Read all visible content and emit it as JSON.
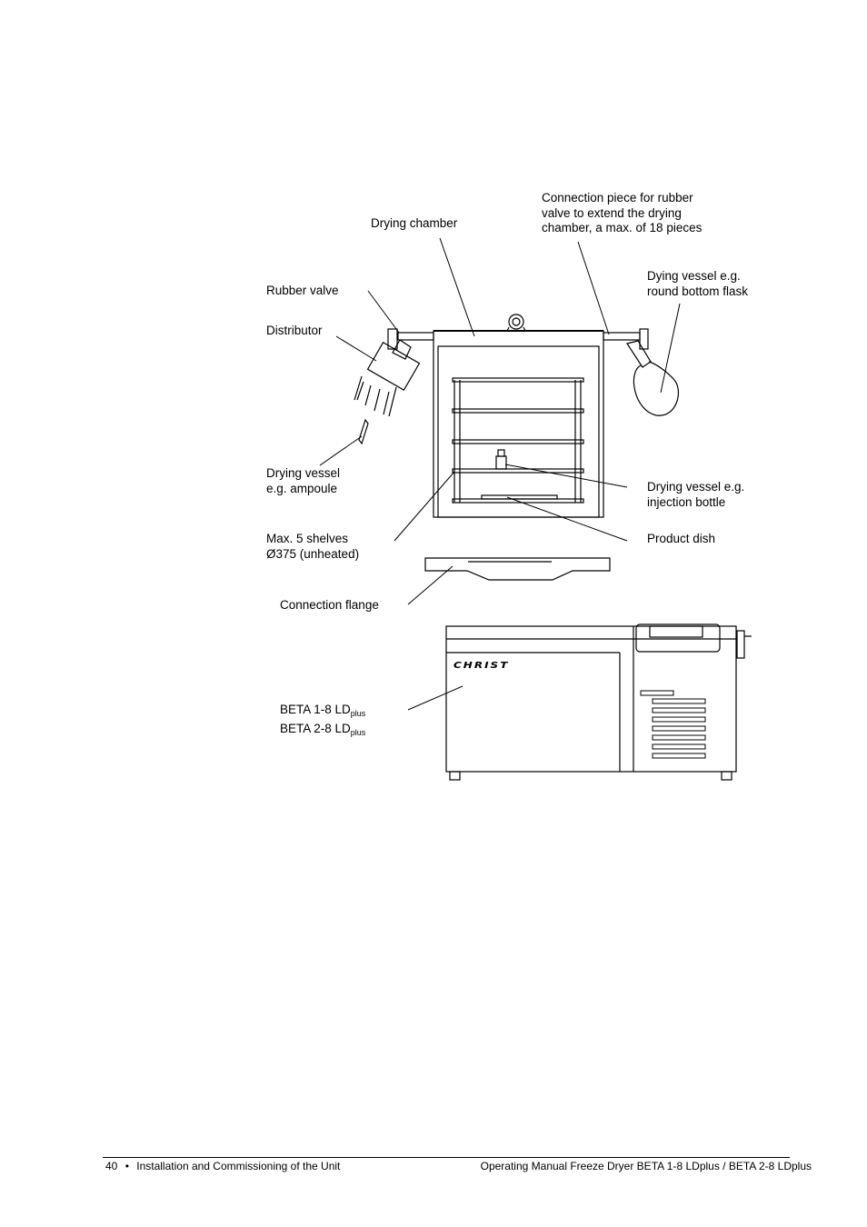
{
  "labels": {
    "drying_chamber": "Drying chamber",
    "connection_piece": [
      "Connection piece for rubber",
      "valve to extend the drying",
      "chamber, a max. of  18 pieces"
    ],
    "rubber_valve": "Rubber valve",
    "distributor": "Distributor",
    "dying_vessel_flask": [
      "Dying vessel e.g.",
      "round bottom flask"
    ],
    "drying_vessel_ampoule": [
      "Drying vessel",
      "e.g. ampoule"
    ],
    "drying_vessel_bottle": [
      "Drying vessel e.g.",
      "injection bottle"
    ],
    "max_shelves": [
      "Max. 5 shelves",
      "Ø375 (unheated)"
    ],
    "product_dish": "Product dish",
    "connection_flange": "Connection flange",
    "beta_model_1": {
      "prefix": "BETA 1-8 LD",
      "sub": "plus"
    },
    "beta_model_2": {
      "prefix": "BETA 2-8 LD",
      "sub": "plus"
    },
    "logo_text": "CHRIST"
  },
  "footer": {
    "page_number": "40",
    "bullet": "•",
    "section": "Installation and Commissioning of the Unit",
    "manual_title": "Operating Manual Freeze Dryer BETA 1-8 LDplus / BETA 2-8 LDplus"
  }
}
